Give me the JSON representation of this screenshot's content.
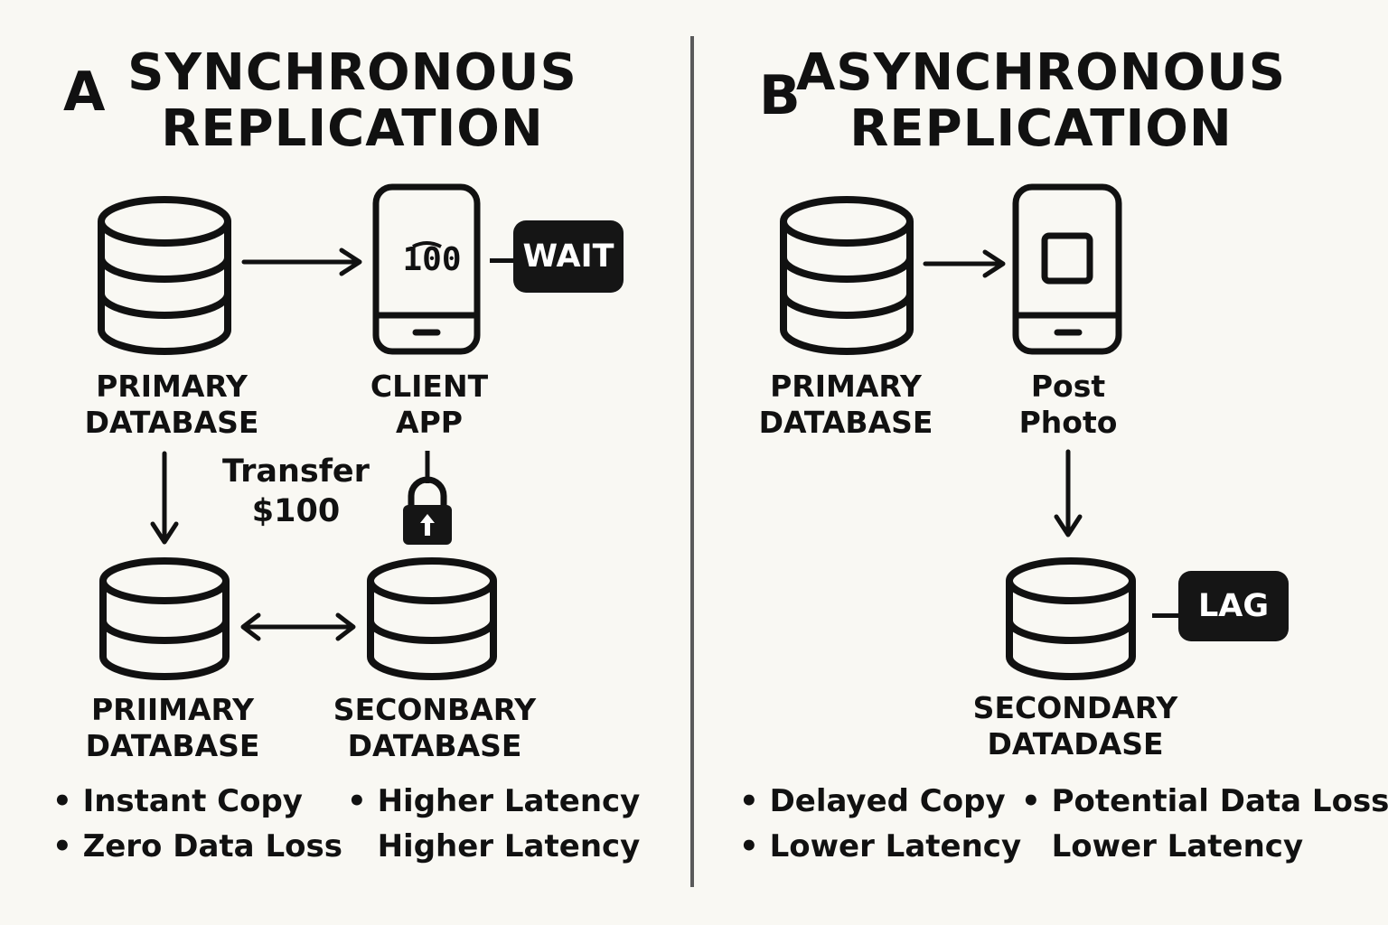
{
  "panel_a": {
    "letter": "A",
    "title_line1": "SYNCHRONOUS",
    "title_line2": "REPLICATION",
    "primary_db_top": {
      "line1": "PRIMARY",
      "line2": "DATABASE"
    },
    "client_app": {
      "line1": "CLIENT",
      "line2": "APP",
      "screen_text": "100",
      "badge": "WAIT"
    },
    "transfer": {
      "line1": "Transfer",
      "line2": "$100"
    },
    "primary_db_bottom": {
      "line1": "PRIIMARY",
      "line2": "DATABASE"
    },
    "secondary_db": {
      "line1": "SECONBARY",
      "line2": "DATABASE"
    },
    "bullets_left": [
      "Instant Copy",
      "Zero Data Loss"
    ],
    "bullets_right": [
      "Higher Latency",
      "Higher Latency"
    ]
  },
  "panel_b": {
    "letter": "B",
    "title_line1": "ASYNCHRONOUS",
    "title_line2": "REPLICATION",
    "primary_db": {
      "line1": "PRIMARY",
      "line2": "DATABASE"
    },
    "post_photo": {
      "line1": "Post",
      "line2": "Photo"
    },
    "secondary_db": {
      "line1": "SECONDARY",
      "line2": "DATADASE",
      "badge": "LAG"
    },
    "bullets_left": [
      "Delayed Copy",
      "Lower Latency"
    ],
    "bullets_right": [
      "Potential Data Loss",
      "Lower Latency"
    ]
  },
  "colors": {
    "background": "#f9f8f3",
    "ink": "#111111",
    "badge": "#151515",
    "divider": "#5a5a5a"
  }
}
